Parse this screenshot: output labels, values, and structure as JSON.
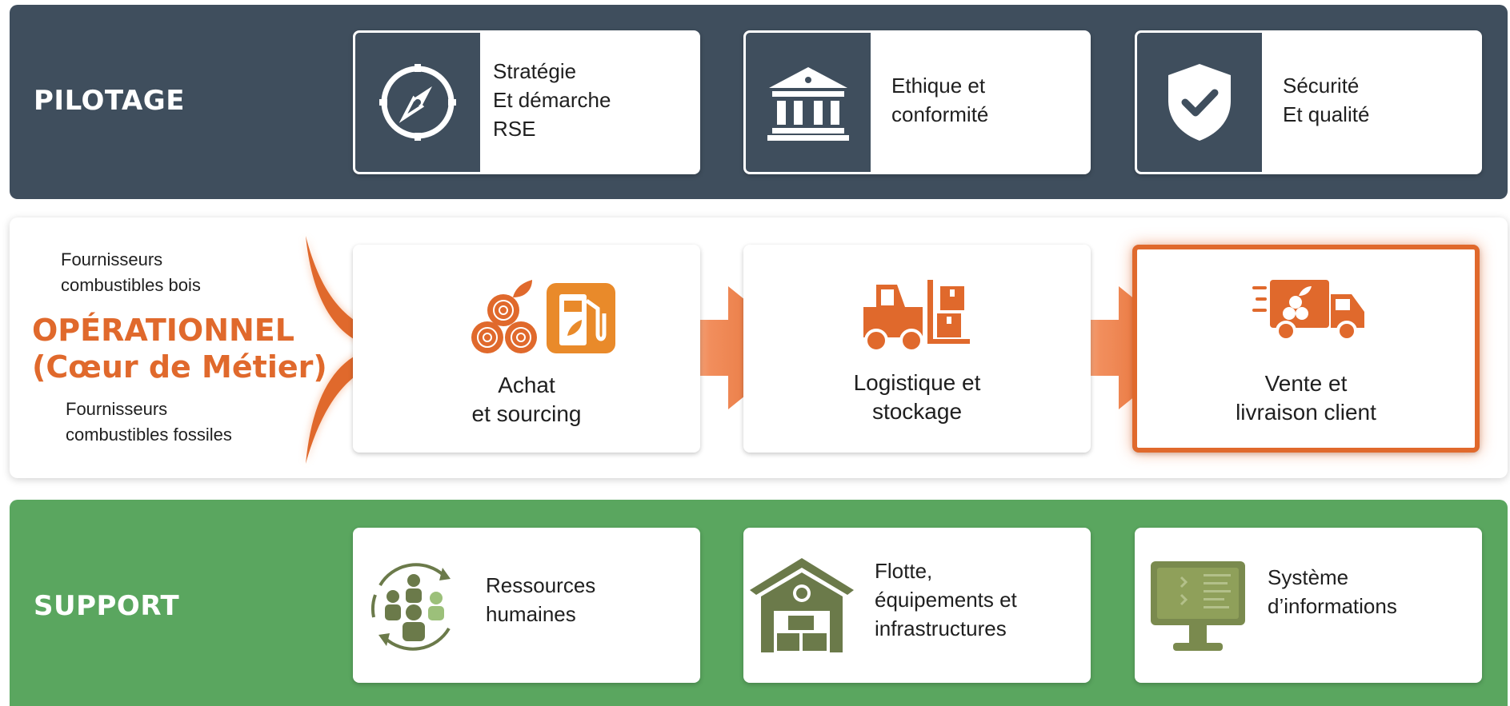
{
  "pilotage": {
    "title": "PILOTAGE",
    "cards": [
      {
        "icon": "compass-icon",
        "lines": [
          "Stratégie",
          "Et démarche",
          "RSE"
        ]
      },
      {
        "icon": "institution-icon",
        "lines": [
          "Ethique et",
          "conformité"
        ]
      },
      {
        "icon": "shield-check-icon",
        "lines": [
          "Sécurité",
          "Et qualité"
        ]
      }
    ]
  },
  "operational": {
    "title_line1": "OPÉRATIONNEL",
    "title_line2": "(Cœur de Métier)",
    "supplier_wood": [
      "Fournisseurs",
      "combustibles bois"
    ],
    "supplier_fossil": [
      "Fournisseurs",
      "combustibles fossiles"
    ],
    "cards": [
      {
        "icon": "wood-logs-fuel-pump-icon",
        "lines": [
          "Achat",
          "et sourcing"
        ]
      },
      {
        "icon": "forklift-icon",
        "lines": [
          "Logistique et",
          "stockage"
        ]
      },
      {
        "icon": "delivery-truck-icon",
        "lines": [
          "Vente et",
          "livraison client"
        ],
        "highlighted": true
      }
    ]
  },
  "support": {
    "title": "SUPPORT",
    "cards": [
      {
        "icon": "people-cycle-icon",
        "lines": [
          "Ressources",
          "humaines"
        ]
      },
      {
        "icon": "warehouse-icon",
        "lines": [
          "Flotte,",
          "équipements et",
          "infrastructures"
        ]
      },
      {
        "icon": "computer-monitor-icon",
        "lines": [
          "Système",
          "d’informations"
        ]
      }
    ]
  },
  "colors": {
    "pilotage_band": "#3f4e5d",
    "operational_accent": "#e0692c",
    "support_band": "#5aa65f",
    "support_icon": "#6b7a4a"
  }
}
